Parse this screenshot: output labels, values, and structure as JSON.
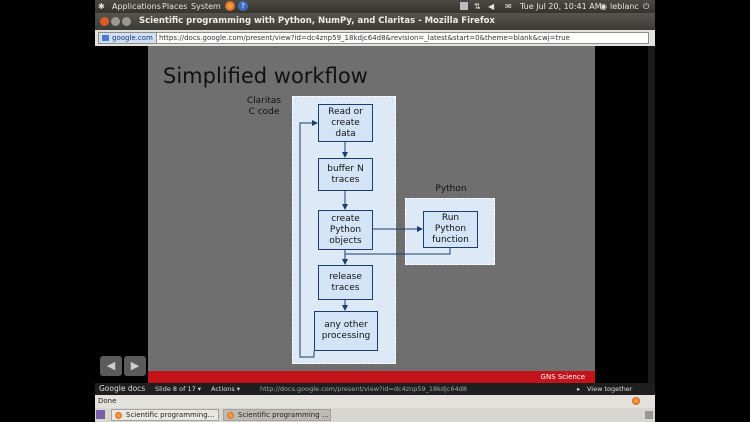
{
  "panel": {
    "menu_applications": "Applications",
    "menu_places": "Places",
    "menu_system": "System",
    "clock": "Tue Jul 20, 10:41 AM",
    "user": "leblanc"
  },
  "window": {
    "title": "Scientific programming with Python, NumPy, and Claritas - Mozilla Firefox"
  },
  "urlbar": {
    "site": "google.com",
    "url": "https://docs.google.com/present/view?id=dc4znp59_18kdjc64d8&revision=_latest&start=0&theme=blank&cwj=true"
  },
  "slide": {
    "title": "Simplified workflow",
    "claritas_label": "Claritas\nC code",
    "python_label": "Python",
    "nodes": {
      "read": "Read or\ncreate\ndata",
      "buffer": "buffer N\ntraces",
      "create": "create\nPython\nobjects",
      "release": "release\ntraces",
      "other": "any other\nprocessing",
      "run": "Run\nPython\nfunction"
    },
    "footer": "GNS Science"
  },
  "gdocs_bar": {
    "logo": "Google docs",
    "slide_counter": "Slide 8 of 17 ▾",
    "actions": "Actions ▾",
    "link": "http://docs.google.com/present/view?id=dc4znp59_18kdjc64d8",
    "view_together": "View together"
  },
  "status": {
    "text": "Done"
  },
  "taskbar": {
    "task1": "Scientific programming...",
    "task2": "Scientific programming ..."
  },
  "colors": {
    "slide_bg": "#6f6f6f",
    "node_fill": "#d3e4f7",
    "arrow": "#1c3d6e",
    "band": "#c4131b"
  }
}
